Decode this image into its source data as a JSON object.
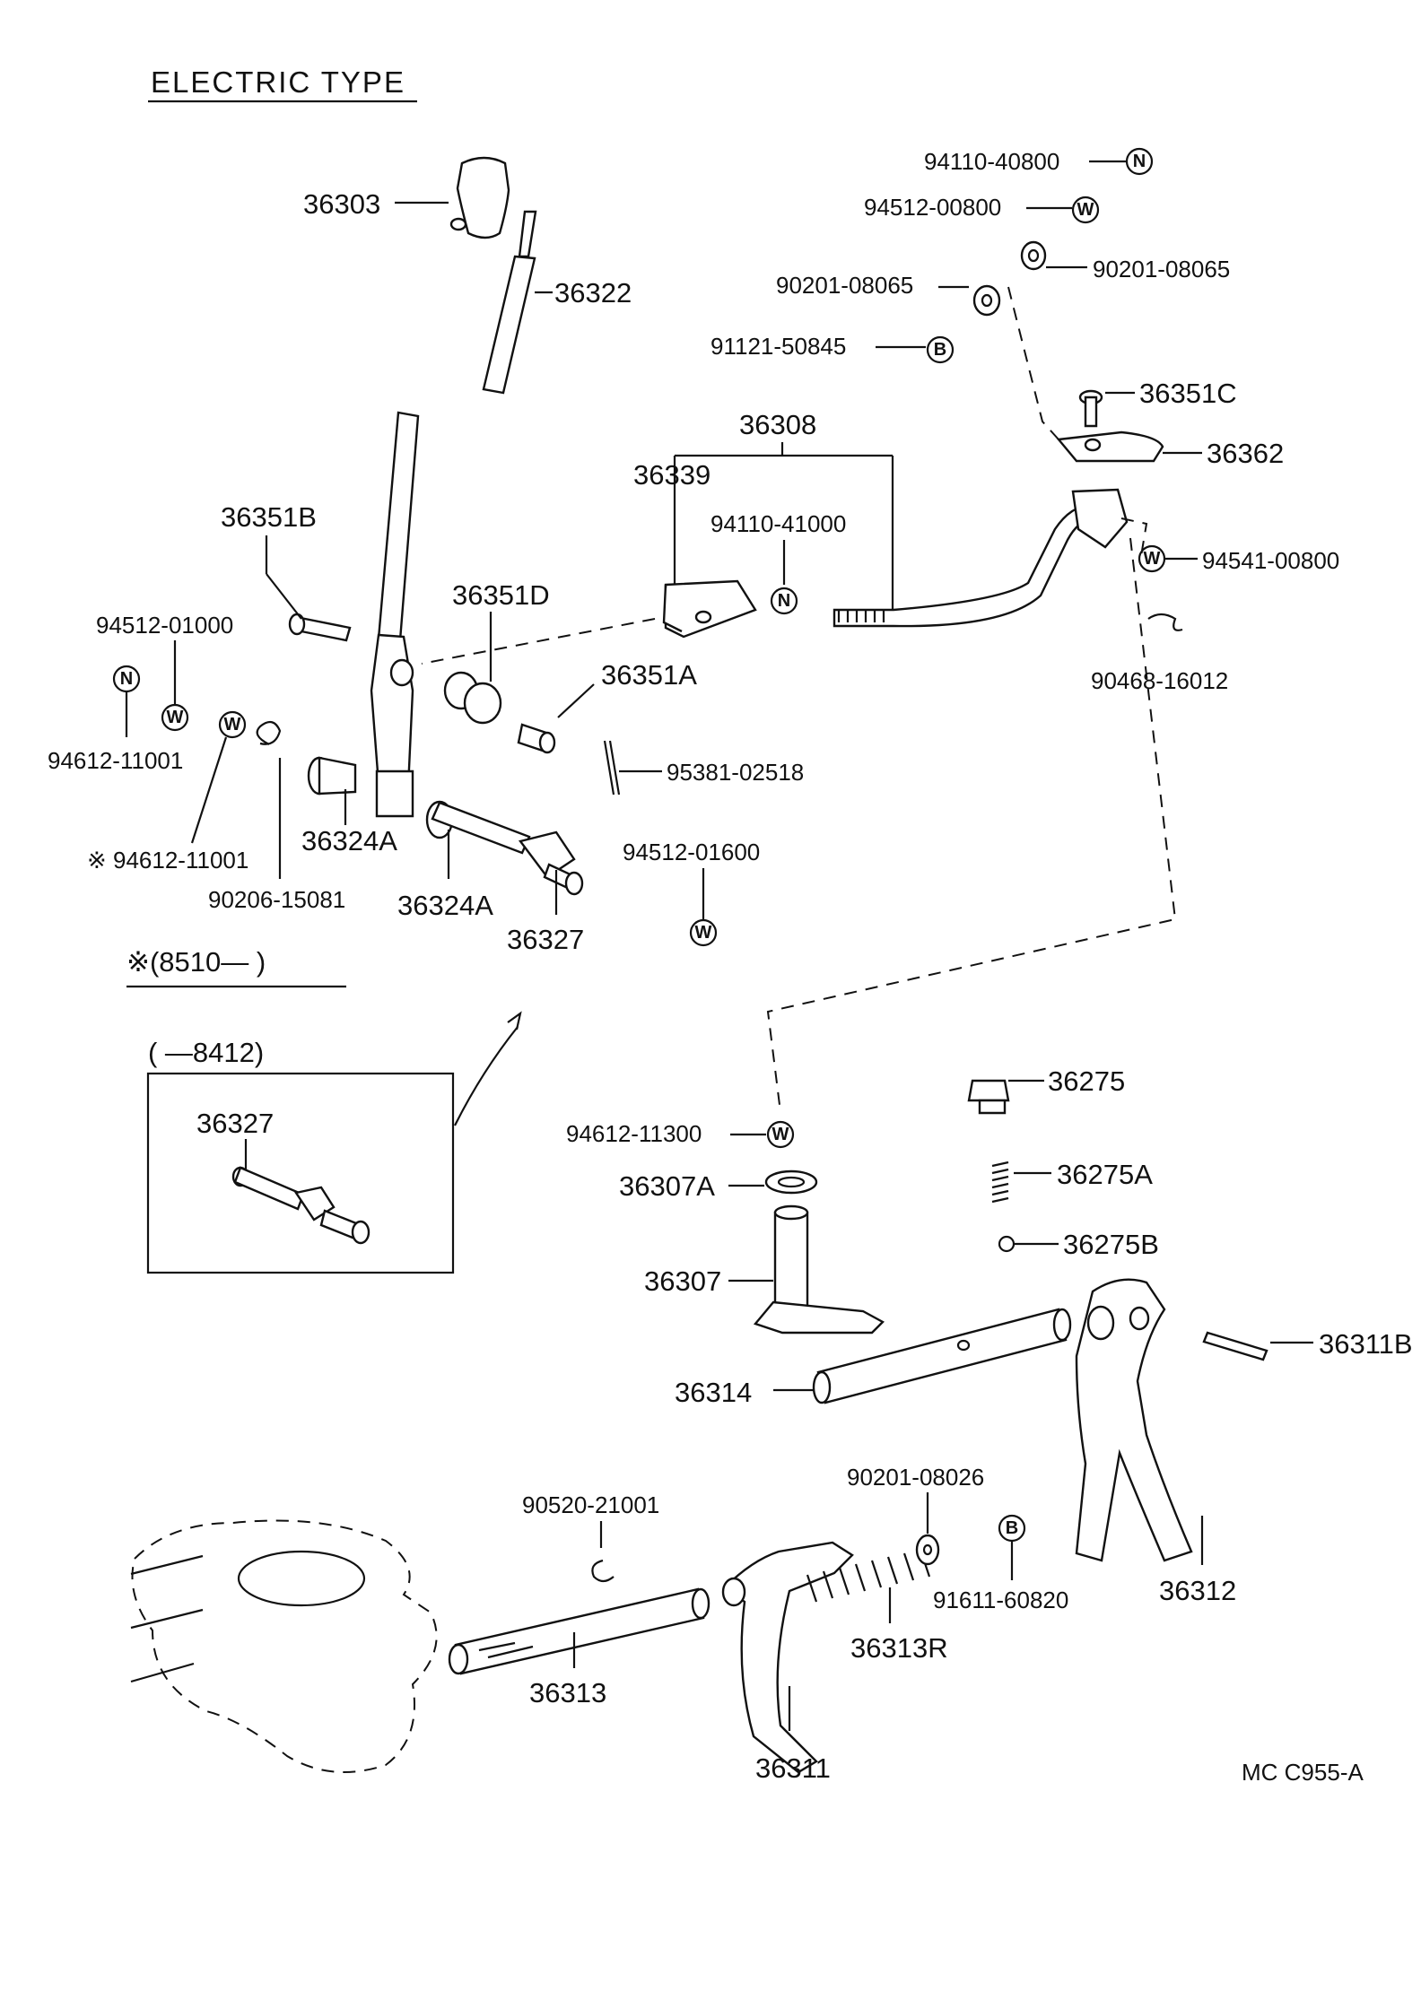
{
  "title": "ELECTRIC TYPE",
  "diagram_code": "MC  C955-A",
  "inset": {
    "serial_range_label": "※(8510—        )",
    "prev_range_label": "(        —8412)",
    "part_label": "36327"
  },
  "symbols": {
    "n": "N",
    "w": "W",
    "b": "B"
  },
  "labels": {
    "l36303": "36303",
    "l36322": "36322",
    "l36351B": "36351B",
    "l94512_01000": "94512-01000",
    "l94612_11001": "94612-11001",
    "l94612_11001_star": "※ 94612-11001",
    "l90206_15081": "90206-15081",
    "l36324A_1": "36324A",
    "l36324A_2": "36324A",
    "l36327": "36327",
    "l36351D": "36351D",
    "l36351A": "36351A",
    "l95381_02518": "95381-02518",
    "l94512_01600": "94512-01600",
    "l36308": "36308",
    "l36339": "36339",
    "l94110_41000": "94110-41000",
    "l94110_40800": "94110-40800",
    "l94512_00800": "94512-00800",
    "l90201_08065_a": "90201-08065",
    "l90201_08065_b": "90201-08065",
    "l91121_50845": "91121-50845",
    "l36351C": "36351C",
    "l36362": "36362",
    "l94541_00800": "94541-00800",
    "l90468_16012": "90468-16012",
    "l94612_11300": "94612-11300",
    "l36275": "36275",
    "l36275A": "36275A",
    "l36275B": "36275B",
    "l36307A": "36307A",
    "l36307": "36307",
    "l36311B": "36311B",
    "l36314": "36314",
    "l36312": "36312",
    "l90520_21001": "90520-21001",
    "l90201_08026": "90201-08026",
    "l91611_60820": "91611-60820",
    "l36313R": "36313R",
    "l36313": "36313",
    "l36311": "36311"
  }
}
